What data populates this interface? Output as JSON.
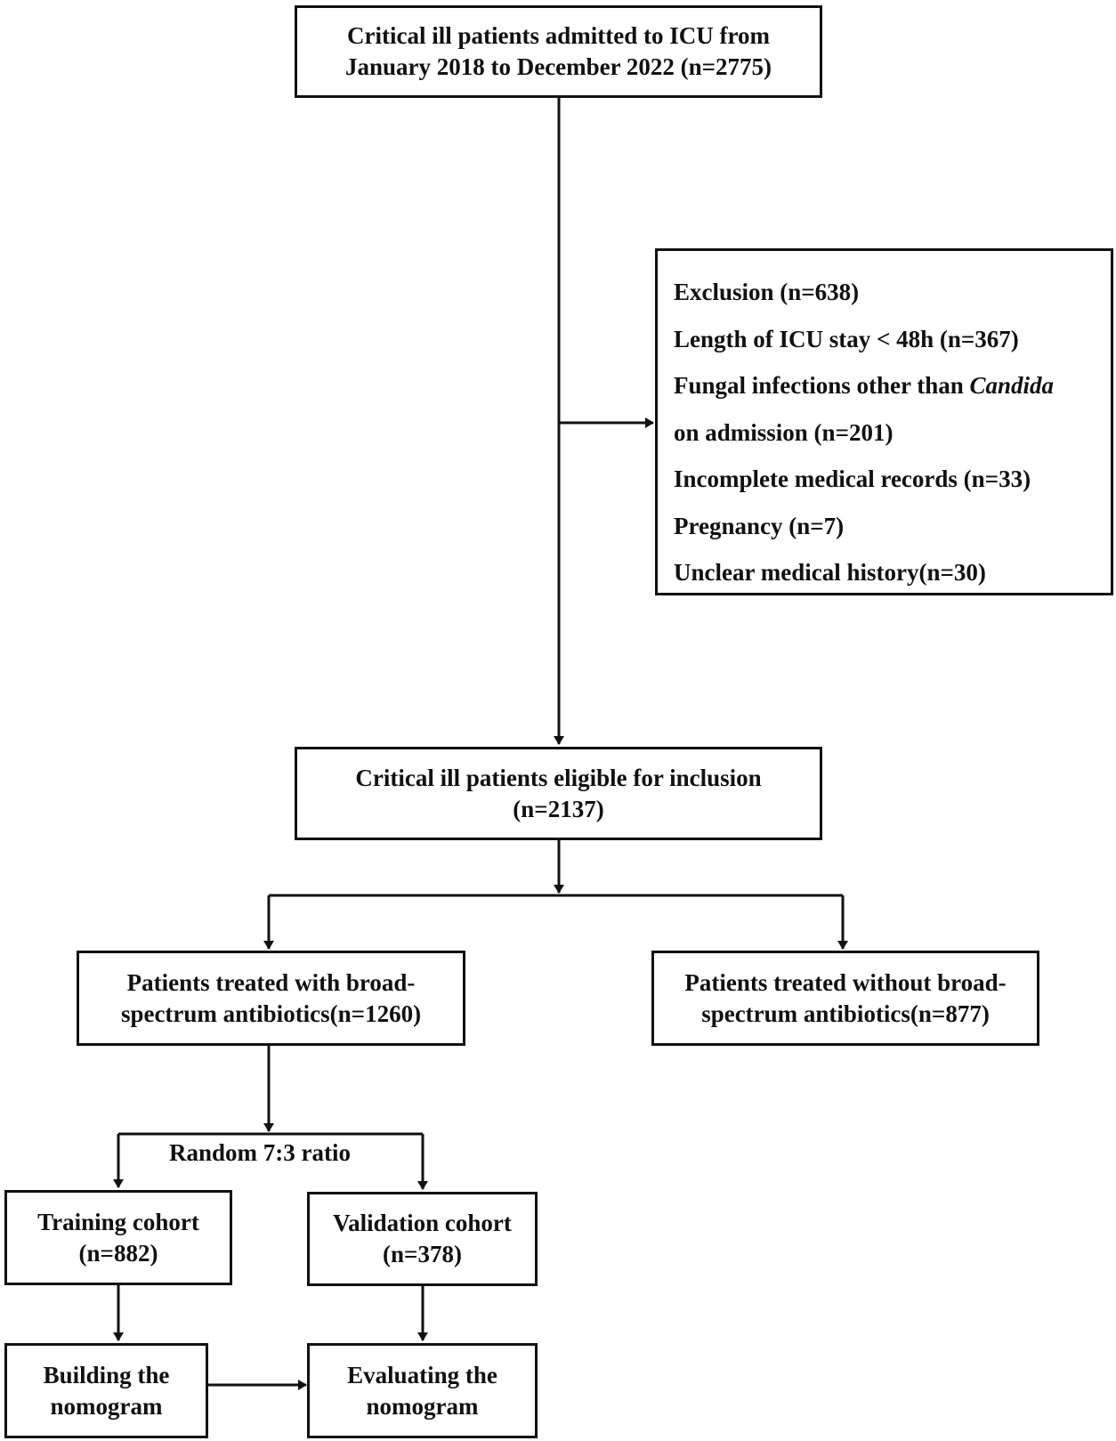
{
  "nodes": {
    "admitted": {
      "line1": "Critical ill patients admitted to ICU from",
      "line2": "January 2018 to December 2022 (n=2775)"
    },
    "exclusion": {
      "header": "Exclusion (n=638)",
      "items": [
        "Length of ICU stay < 48h (n=367)",
        "Fungal infections other than ",
        "on admission (n=201)",
        "Incomplete medical records (n=33)",
        "Pregnancy (n=7)",
        "Unclear medical history(n=30)"
      ],
      "italic_term": "Candida"
    },
    "eligible": {
      "line1": "Critical ill patients eligible for inclusion",
      "line2": "(n=2137)"
    },
    "with_antibiotics": {
      "line1": "Patients treated with broad-",
      "line2": "spectrum antibiotics(n=1260)"
    },
    "without_antibiotics": {
      "line1": "Patients treated without broad-",
      "line2": "spectrum antibiotics(n=877)"
    },
    "split_label": "Random 7:3 ratio",
    "training": {
      "line1": "Training cohort",
      "line2": "(n=882)"
    },
    "validation": {
      "line1": "Validation cohort",
      "line2": "(n=378)"
    },
    "building": {
      "line1": "Building the",
      "line2": "nomogram"
    },
    "evaluating": {
      "line1": "Evaluating the",
      "line2": "nomogram"
    }
  },
  "colors": {
    "line": "#111111",
    "background": "#ffffff"
  }
}
